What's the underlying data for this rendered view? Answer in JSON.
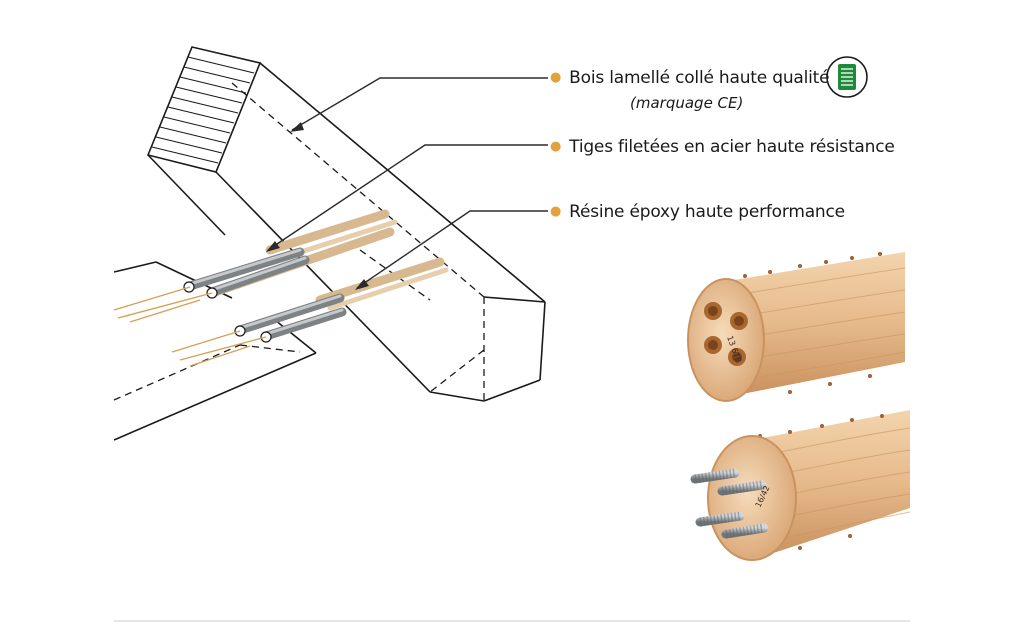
{
  "labels": {
    "glulam": "Bois lamellé collé haute qualité",
    "glulam_note": "(marquage CE)",
    "rods": "Tiges filetées en acier haute résistance",
    "resin": "Résine époxy haute performance"
  },
  "end_marks": {
    "top": "13 6TB",
    "bottom": "16/42"
  },
  "colors": {
    "bullet": "#e2a13a",
    "ce_badge": "#1f8a3c",
    "wood_light": "#f0cba0",
    "wood_mid": "#dba97a",
    "wood_dark": "#b97d4b",
    "steel": "#a9adb0",
    "resin_rod": "#d8b88e"
  },
  "icons": [
    "ce-mark-icon"
  ]
}
